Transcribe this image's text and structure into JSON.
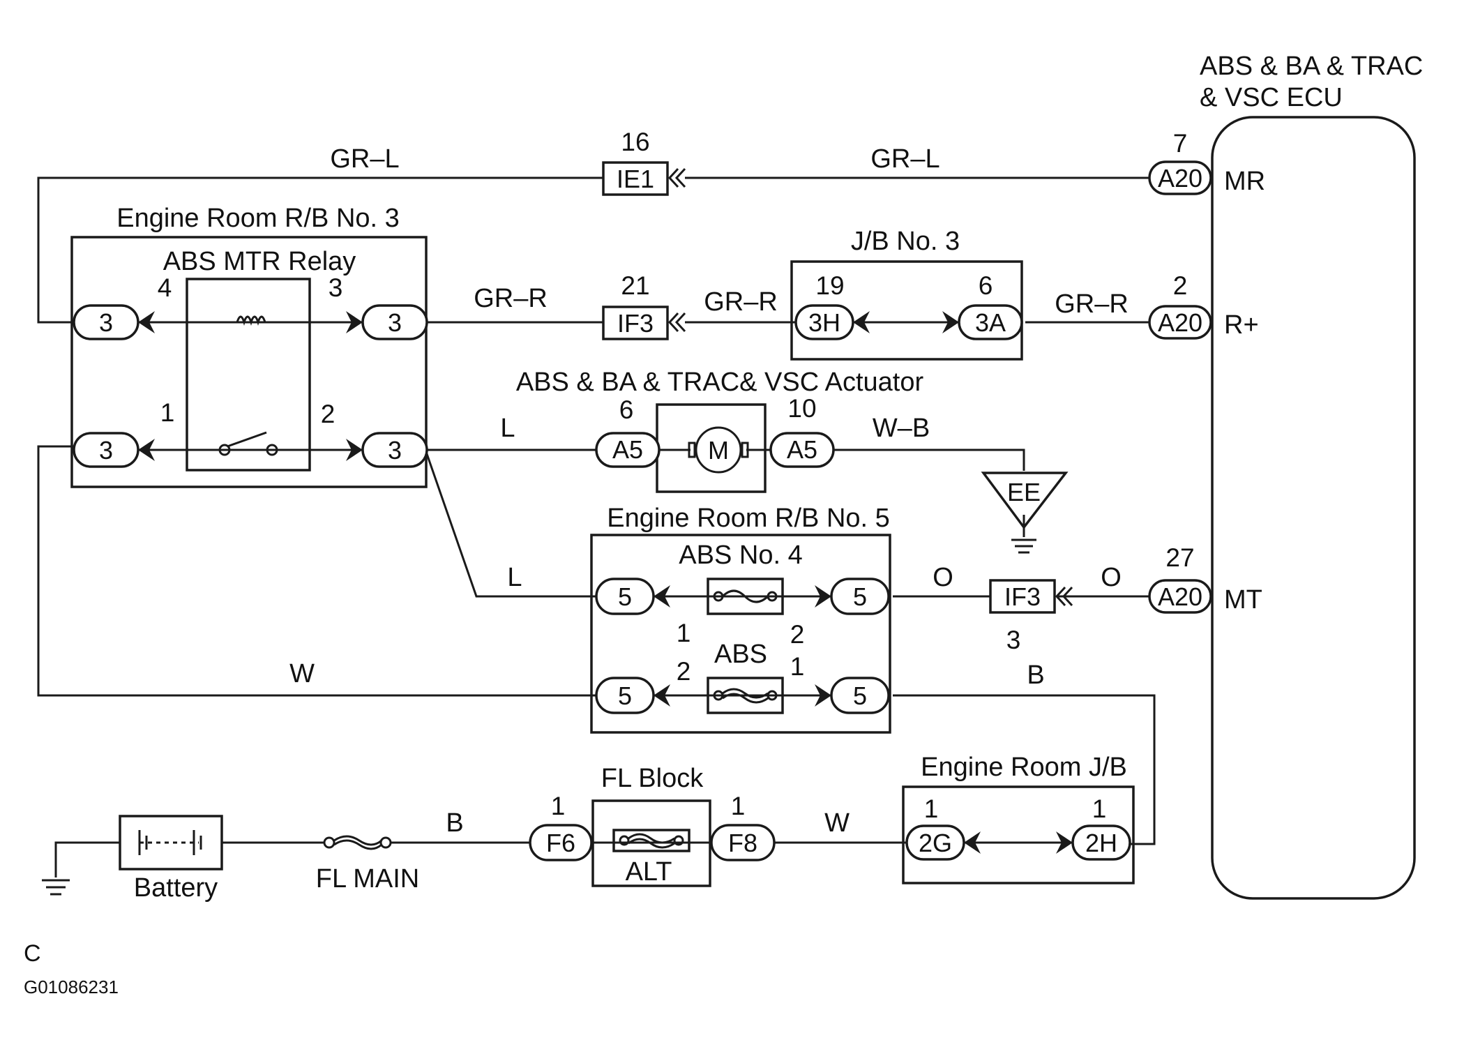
{
  "ecu": {
    "title_line1": "ABS & BA & TRAC",
    "title_line2": "& VSC ECU",
    "terminals": {
      "mr": "MR",
      "r_plus": "R+",
      "mt": "MT"
    }
  },
  "engine_room_rb3": {
    "title": "Engine Room R/B No. 3",
    "relay": "ABS MTR Relay",
    "connector": "3",
    "pins": {
      "p1": "1",
      "p2": "2",
      "p3": "3",
      "p4": "4"
    }
  },
  "jb3": {
    "title": "J/B No. 3",
    "left_conn": "3H",
    "left_pin": "19",
    "right_conn": "3A",
    "right_pin": "6"
  },
  "actuator": {
    "title": "ABS & BA & TRAC& VSC Actuator",
    "conn": "A5",
    "pin_left": "6",
    "pin_right": "10",
    "motor": "M"
  },
  "engine_room_rb5": {
    "title": "Engine Room R/B No. 5",
    "connector": "5",
    "fuse_abs4": "ABS No. 4",
    "fuse_abs": "ABS",
    "pins": {
      "abs4_left": "1",
      "abs4_right": "2",
      "abs_left": "2",
      "abs_right": "1"
    }
  },
  "fl_block": {
    "title": "FL Block",
    "fuse": "ALT",
    "left_conn": "F6",
    "left_pin": "1",
    "right_conn": "F8",
    "right_pin": "1"
  },
  "engine_room_jb": {
    "title": "Engine Room J/B",
    "left_conn": "2G",
    "left_pin": "1",
    "right_conn": "2H",
    "right_pin": "1"
  },
  "battery": "Battery",
  "fl_main": "FL MAIN",
  "ground": "EE",
  "connectors": {
    "ie1": "IE1",
    "ie1_pin": "16",
    "if3_top": "IF3",
    "if3_top_pin": "21",
    "if3_bottom": "IF3",
    "if3_bottom_pin": "3",
    "a20": "A20",
    "a20_mr_pin": "7",
    "a20_rplus_pin": "2",
    "a20_mt_pin": "27"
  },
  "wires": {
    "gr_l_left": "GR–L",
    "gr_l_right": "GR–L",
    "gr_r_left": "GR–R",
    "gr_r_mid": "GR–R",
    "gr_r_right": "GR–R",
    "l_top": "L",
    "l_bottom": "L",
    "w_b": "W–B",
    "o_left": "O",
    "o_right": "O",
    "w_left": "W",
    "b_right": "B",
    "b_bottom": "B",
    "w_bottom": "W"
  },
  "figure_letter": "C",
  "figure_code": "G01086231"
}
